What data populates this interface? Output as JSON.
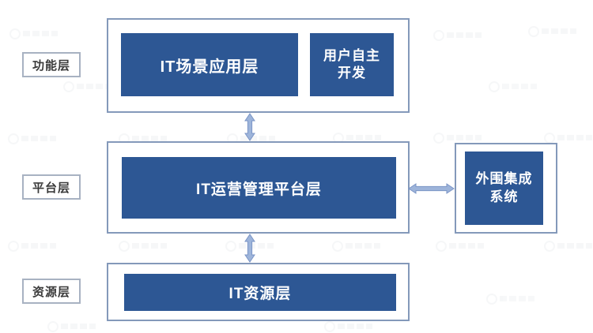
{
  "diagram": {
    "row_labels": [
      {
        "label": "功能层"
      },
      {
        "label": "平台层"
      },
      {
        "label": "资源层"
      }
    ],
    "function_layer": {
      "app_box_label": "IT场景应用层",
      "user_dev_lines": [
        "用户自主",
        "开发"
      ]
    },
    "platform_layer": {
      "platform_box_label": "IT运营管理平台层"
    },
    "external_system": {
      "lines": [
        "外围集成",
        "系统"
      ]
    },
    "resource_layer": {
      "resource_box_label": "IT资源层"
    },
    "connectors": [
      {
        "name": "function-platform",
        "type": "double-arrow",
        "direction": "vertical"
      },
      {
        "name": "platform-resource",
        "type": "double-arrow",
        "direction": "vertical"
      },
      {
        "name": "platform-external",
        "type": "double-arrow",
        "direction": "horizontal"
      }
    ],
    "colors": {
      "box_fill": "#2d5794",
      "container_border": "#8499ba",
      "label_border": "#a8b2c2",
      "arrow_fill": "#9db4da",
      "arrow_stroke": "#7b95c6",
      "text_on_blue": "#ffffff",
      "label_text": "#3a3a3a",
      "background": "#ffffff"
    }
  }
}
